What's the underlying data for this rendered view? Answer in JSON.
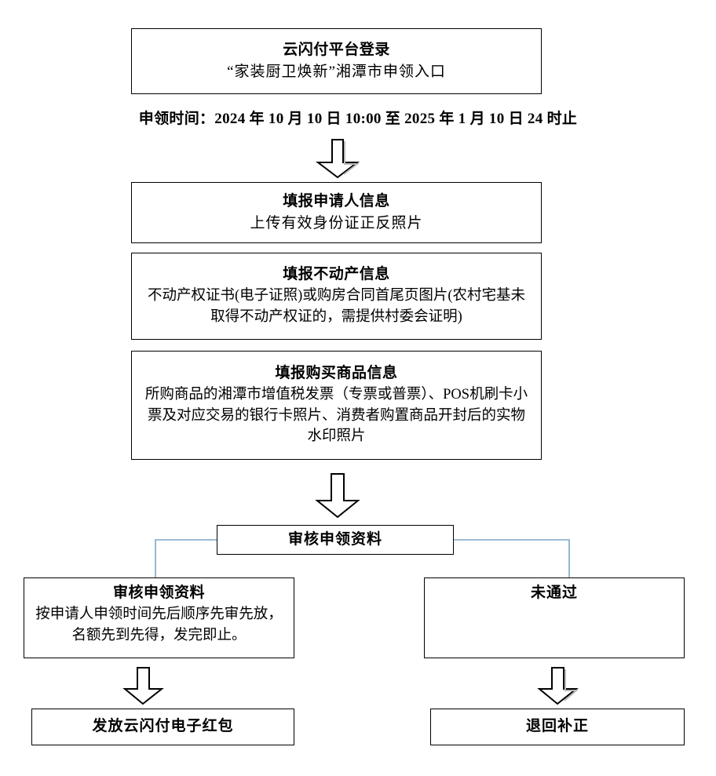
{
  "document": {
    "type": "flowchart",
    "language": "zh-CN",
    "background_color": "#ffffff",
    "box_border_color": "#000000",
    "connector_color": "#7ba7c7",
    "arrow_fill_color": "#ffffff",
    "arrow_outline_color": "#000000"
  },
  "nodes": {
    "login": {
      "title": "云闪付平台登录",
      "body": "“家装厨卫焕新”湘潭市申领入口"
    },
    "apply_period": {
      "text": "申领时间：2024 年 10 月 10 日 10:00 至 2025 年 1 月 10 日 24 时止"
    },
    "applicant_info": {
      "title": "填报申请人信息",
      "body": "上传有效身份证正反照片"
    },
    "property_info": {
      "title": "填报不动产信息",
      "body": "不动产权证书(电子证照)或购房合同首尾页图片(农村宅基未取得不动产权证的，需提供村委会证明)"
    },
    "goods_info": {
      "title": "填报购买商品信息",
      "body": "所购商品的湘潭市增值税发票（专票或普票）、POS机刷卡小票及对应交易的银行卡照片、消费者购置商品开封后的实物水印照片"
    },
    "review": {
      "title": "审核申领资料"
    },
    "approved": {
      "title": "审核申领资料",
      "body": "按申请人申领时间先后顺序先审先放，名额先到先得，发完即止。"
    },
    "rejected": {
      "title": "未通过"
    },
    "payout": {
      "title": "发放云闪付电子红包"
    },
    "return_fix": {
      "title": "退回补正"
    }
  },
  "arrows": [
    {
      "name": "arrow-login-to-applicant",
      "icon": "down-block-arrow-icon"
    },
    {
      "name": "arrow-goods-to-review",
      "icon": "down-block-arrow-icon"
    },
    {
      "name": "arrow-approved-to-payout",
      "icon": "down-block-arrow-icon"
    },
    {
      "name": "arrow-rejected-to-return",
      "icon": "down-block-arrow-icon"
    }
  ],
  "connectors": [
    {
      "name": "connector-review-to-approved",
      "from": "review",
      "to": "approved"
    },
    {
      "name": "connector-review-to-rejected",
      "from": "review",
      "to": "rejected"
    }
  ]
}
